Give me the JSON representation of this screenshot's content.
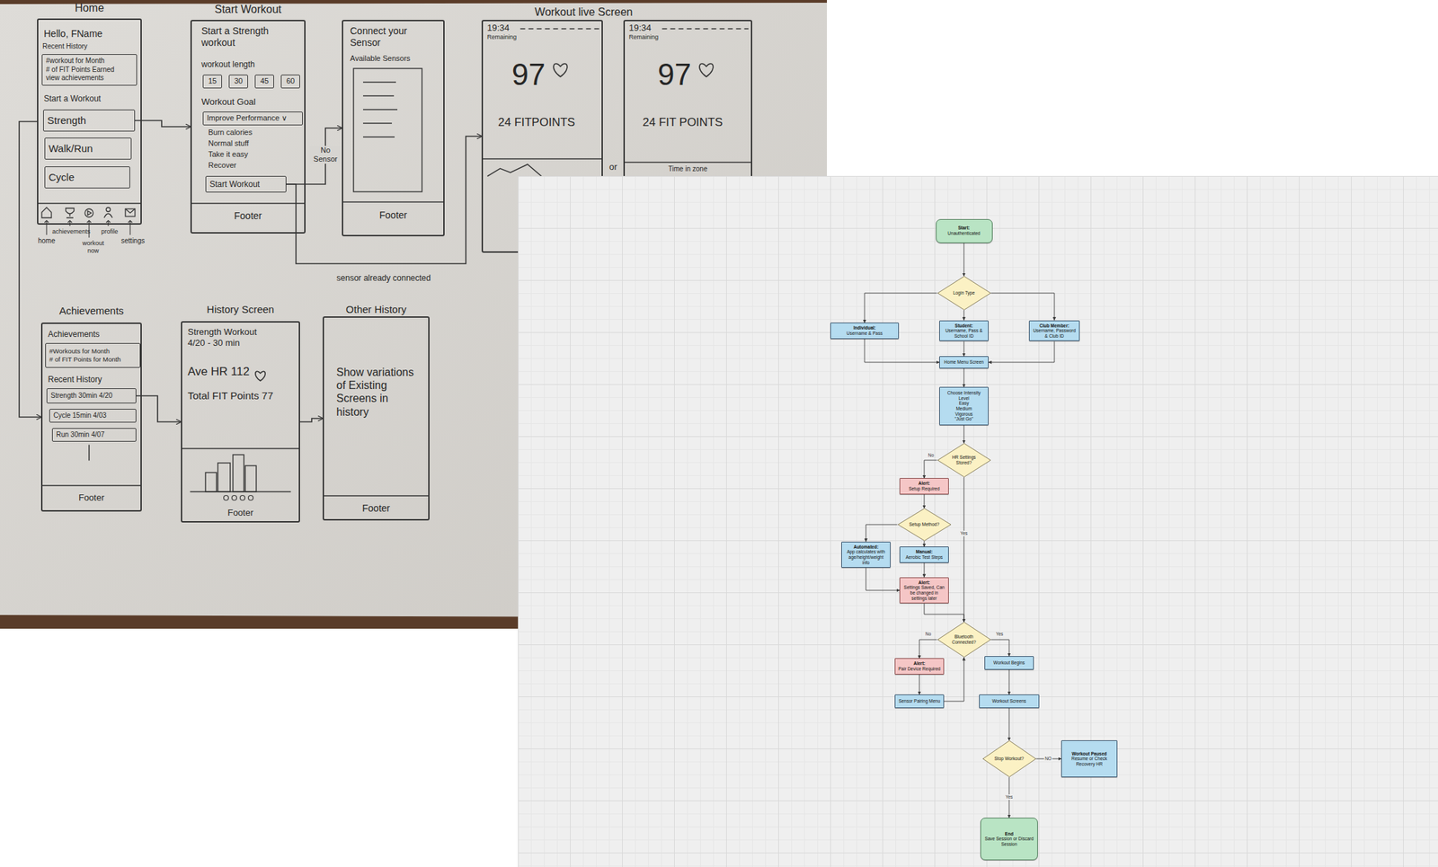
{
  "diagram": {
    "nodes": [
      {
        "text": [
          "Home",
          "Hello, FName",
          "Recent History",
          "Start a Workout"
        ]
      },
      {
        "text": [
          "#workout for Month",
          "# of FIT Points Earned",
          "view achievements"
        ],
        "in": 0
      },
      {
        "text": [
          "Strength"
        ],
        "in": 0
      },
      {
        "text": [
          "Walk/Run"
        ],
        "in": 0
      },
      {
        "text": [
          "Cycle"
        ],
        "in": 0
      },
      {
        "text": [
          "Start Workout",
          "Start a Strength workout",
          "workout length",
          "Workout Goal",
          "Burn calories",
          "Normal stuff",
          "Take it easy",
          "Recover",
          "Footer"
        ]
      },
      {
        "text": [
          "15"
        ],
        "in": 5
      },
      {
        "text": [
          "30"
        ],
        "in": 5
      },
      {
        "text": [
          "45"
        ],
        "in": 5
      },
      {
        "text": [
          "60"
        ],
        "in": 5
      },
      {
        "text": [
          "Improve Performance ∨"
        ],
        "in": 5
      },
      {
        "text": [
          "Start Workout"
        ],
        "in": 5
      },
      {
        "text": [
          "Connect your Sensor",
          "Available Sensors",
          "Footer"
        ]
      },
      {
        "text": [
          "19:34",
          "Remaining",
          "97",
          "24 FITPOINTS"
        ]
      },
      {
        "text": [
          "19:34",
          "Remaining",
          "97",
          "24 FIT POINTS",
          "Time in zone"
        ]
      },
      {
        "text": [
          "Achievements",
          "Achievements",
          "Recent History",
          "Footer"
        ]
      },
      {
        "text": [
          "#Workouts for Month",
          "# of FIT Points for Month"
        ],
        "in": 15
      },
      {
        "text": [
          "Strength 30min 4/20"
        ],
        "in": 15
      },
      {
        "text": [
          "Cycle 15min 4/03"
        ],
        "in": 15
      },
      {
        "text": [
          "Run 30min 4/07"
        ],
        "in": 15
      },
      {
        "text": [
          "History Screen",
          "Strength Workout 4/20 - 30 min",
          "Ave HR 112",
          "Total FIT Points 77",
          "Footer"
        ]
      },
      {
        "text": [
          "Other History",
          "Show variations of Existing Screens in history",
          "Footer"
        ]
      },
      {
        "text": [
          "Start:",
          "Unauthenticated"
        ]
      },
      {
        "text": [
          "Login Type"
        ]
      },
      {
        "text": [
          "Individual:",
          "Username & Pass"
        ]
      },
      {
        "text": [
          "Student:",
          "Username, Pass & School ID"
        ]
      },
      {
        "text": [
          "Club Member:",
          "Username, Password & Club ID"
        ]
      },
      {
        "text": [
          "Home Menu Screen"
        ]
      },
      {
        "text": [
          "Choose Intensity Level",
          "Easy",
          "Medium",
          "Vigorous",
          "\"Just Go\""
        ]
      },
      {
        "text": [
          "HR Settings Stored?"
        ]
      },
      {
        "text": [
          "Alert:",
          "Setup Required"
        ]
      },
      {
        "text": [
          "Setup Method?"
        ]
      },
      {
        "text": [
          "Automated:",
          "App calculates with age/height/weight info"
        ]
      },
      {
        "text": [
          "Manual:",
          "Aerobic Test Steps"
        ]
      },
      {
        "text": [
          "Alert:",
          "Settings Saved, Can be changed in settings later"
        ]
      },
      {
        "text": [
          "Bluetooth Connected?"
        ]
      },
      {
        "text": [
          "Alert:",
          "Pair Device Required"
        ]
      },
      {
        "text": [
          "Workout Begins"
        ]
      },
      {
        "text": [
          "Sensor Pairing Menu"
        ]
      },
      {
        "text": [
          "Workout Screens"
        ]
      },
      {
        "text": [
          "Stop Workout?"
        ]
      },
      {
        "text": [
          "Workout Paused",
          "Resume or Check Recovery HR"
        ]
      },
      {
        "text": [
          "End",
          "Save Session or Discard Session"
        ]
      }
    ],
    "edges": [
      {
        "from": 2,
        "to": 5,
        "arrow": "to"
      },
      {
        "from": 11,
        "to": 12,
        "label": "No Sensor",
        "arrow": "to"
      },
      {
        "from": 11,
        "to": 13,
        "label": "sensor already connected",
        "arrow": "to"
      },
      {
        "from": 0,
        "to": 15,
        "arrow": "to"
      },
      {
        "from": 17,
        "to": 20,
        "arrow": "to"
      },
      {
        "from": 20,
        "to": 21,
        "arrow": "to"
      },
      {
        "from": 22,
        "to": 23,
        "arrow": "to"
      },
      {
        "from": 23,
        "to": 24,
        "arrow": "to"
      },
      {
        "from": 23,
        "to": 25,
        "arrow": "to"
      },
      {
        "from": 23,
        "to": 26,
        "arrow": "to"
      },
      {
        "from": 24,
        "to": 27,
        "arrow": "to"
      },
      {
        "from": 25,
        "to": 27,
        "arrow": "to"
      },
      {
        "from": 26,
        "to": 27,
        "arrow": "to"
      },
      {
        "from": 27,
        "to": 28,
        "arrow": "to"
      },
      {
        "from": 28,
        "to": 29,
        "arrow": "to"
      },
      {
        "from": 29,
        "to": 30,
        "label": "No",
        "arrow": "to"
      },
      {
        "from": 29,
        "to": 35,
        "label": "Yes",
        "arrow": "to"
      },
      {
        "from": 30,
        "to": 31,
        "arrow": "to"
      },
      {
        "from": 31,
        "to": 32,
        "arrow": "to"
      },
      {
        "from": 31,
        "to": 33,
        "arrow": "to"
      },
      {
        "from": 32,
        "to": 34,
        "arrow": "to"
      },
      {
        "from": 33,
        "to": 34,
        "arrow": "to"
      },
      {
        "from": 34,
        "to": 35,
        "arrow": "to"
      },
      {
        "from": 35,
        "to": 36,
        "label": "No",
        "arrow": "to"
      },
      {
        "from": 35,
        "to": 37,
        "label": "Yes",
        "arrow": "to"
      },
      {
        "from": 36,
        "to": 38,
        "arrow": "to"
      },
      {
        "from": 38,
        "to": 35,
        "arrow": "to"
      },
      {
        "from": 37,
        "to": 39,
        "arrow": "to"
      },
      {
        "from": 39,
        "to": 40,
        "arrow": "to"
      },
      {
        "from": 40,
        "to": 41,
        "label": "NO",
        "arrow": "to"
      },
      {
        "from": 40,
        "to": 42,
        "label": "Yes",
        "arrow": "to"
      }
    ],
    "labels": [
      "Workout live Screen",
      "or",
      "home",
      "achievements",
      "workout now",
      "profile",
      "settings"
    ]
  }
}
